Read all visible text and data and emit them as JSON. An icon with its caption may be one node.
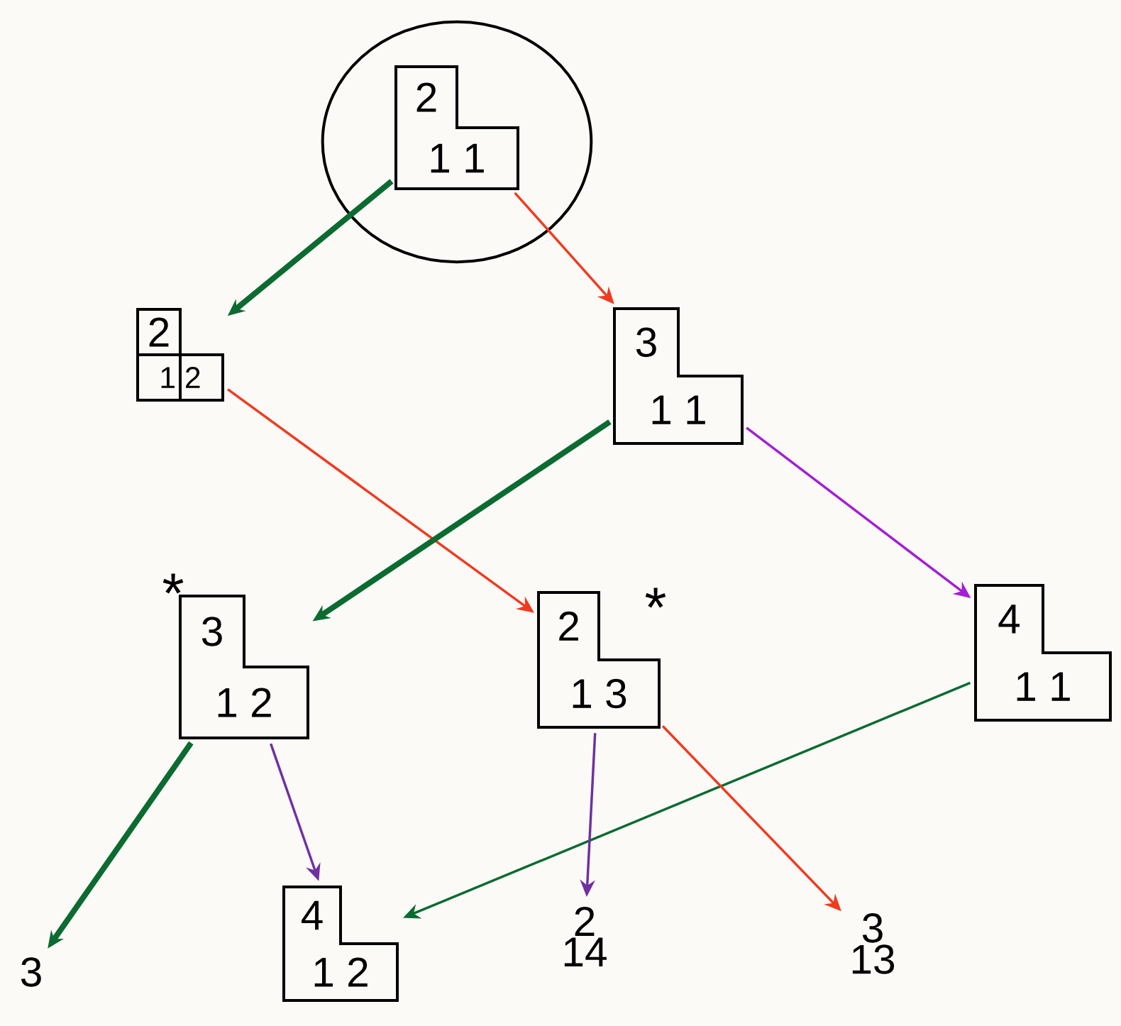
{
  "diagram": {
    "nodes": [
      {
        "text": [],
        "shape": "circle"
      },
      {
        "text": [
          "2",
          "1 1"
        ],
        "in": 0
      },
      {
        "text": [
          "2",
          "1 2"
        ]
      },
      {
        "text": [
          "3",
          "1 1"
        ]
      },
      {
        "text": [
          "3",
          "1 2"
        ],
        "beside": [
          "*"
        ]
      },
      {
        "text": [
          "2",
          "1 3"
        ],
        "beside": [
          "*"
        ]
      },
      {
        "text": [
          "4",
          "1 1"
        ]
      },
      {
        "text": [
          "3"
        ]
      },
      {
        "text": [
          "4",
          "1 2"
        ]
      },
      {
        "text": [
          "2",
          "14"
        ]
      },
      {
        "text": [
          "3",
          "13"
        ]
      }
    ],
    "edges": [
      {
        "from": 1,
        "to": 2,
        "arrow": "to",
        "style": "thick",
        "color": "#0b6b30"
      },
      {
        "from": 1,
        "to": 3,
        "arrow": "to",
        "color": "#f03a20"
      },
      {
        "from": 2,
        "to": 5,
        "arrow": "to",
        "color": "#f03a20"
      },
      {
        "from": 3,
        "to": 4,
        "arrow": "to",
        "style": "thick",
        "color": "#0b6b30"
      },
      {
        "from": 3,
        "to": 6,
        "arrow": "to",
        "color": "#a31ed6"
      },
      {
        "from": 4,
        "to": 7,
        "arrow": "to",
        "style": "thick",
        "color": "#0b6b30"
      },
      {
        "from": 4,
        "to": 8,
        "arrow": "to",
        "color": "#7030a0"
      },
      {
        "from": 6,
        "to": 8,
        "arrow": "to",
        "color": "#0b6b30"
      },
      {
        "from": 5,
        "to": 9,
        "arrow": "to",
        "color": "#7030a0"
      },
      {
        "from": 5,
        "to": 10,
        "arrow": "to",
        "color": "#f03a20"
      }
    ]
  }
}
